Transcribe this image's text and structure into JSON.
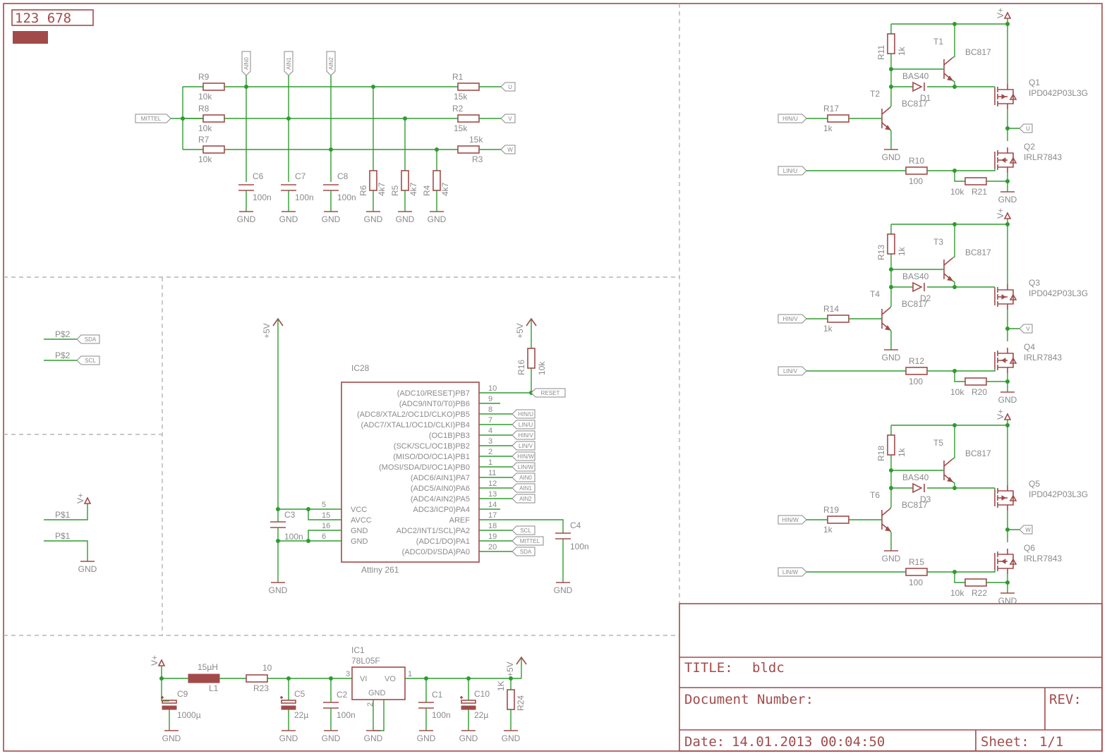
{
  "header": {
    "code": "123   678"
  },
  "title_block": {
    "title_label": "TITLE:",
    "title_value": "bldc",
    "docnum_label": "Document Number:",
    "rev_label": "REV:",
    "date_label": "Date:",
    "date_value": "14.01.2013 00:04:50",
    "sheet_label": "Sheet:",
    "sheet_value": "1/1"
  },
  "nets": {
    "gnd": "GND",
    "vplus": "V+",
    "p5v": "+5V",
    "mittel": "MITTEL",
    "u": "U",
    "v": "V",
    "w": "W",
    "ain0": "AIN0",
    "ain1": "AIN1",
    "ain2": "AIN2",
    "sda": "SDA",
    "scl": "SCL",
    "reset": "RESET",
    "hinu": "HIN/U",
    "linu": "LIN/U",
    "hinv": "HIN/V",
    "linv": "LIN/V",
    "hinw": "HIN/W",
    "linw": "LIN/W"
  },
  "sensing": {
    "R9": "R9",
    "R9v": "10k",
    "R8": "R8",
    "R8v": "10k",
    "R7": "R7",
    "R7v": "10k",
    "R1": "R1",
    "R1v": "15k",
    "R2": "R2",
    "R2v": "15k",
    "R3": "R3",
    "R3v": "15k",
    "C6": "C6",
    "C6v": "100n",
    "C7": "C7",
    "C7v": "100n",
    "C8": "C8",
    "C8v": "100n",
    "R6": "R6",
    "R6v": "4k7",
    "R5": "R5",
    "R5v": "4k7",
    "R4": "R4",
    "R4v": "4k7"
  },
  "connectors": {
    "ps2": "P$2",
    "ps1": "P$1"
  },
  "mcu": {
    "name": "IC28",
    "value": "Attiny 261",
    "R16": "R16",
    "R16v": "10k",
    "C3": "C3",
    "C3v": "100n",
    "C4": "C4",
    "C4v": "100n",
    "left_pins": [
      {
        "num": "5",
        "name": "VCC"
      },
      {
        "num": "15",
        "name": "AVCC"
      },
      {
        "num": "16",
        "name": "GND"
      },
      {
        "num": "6",
        "name": "GND"
      }
    ],
    "right_pins": [
      {
        "num": "10",
        "name": "(ADC10/RESET)PB7"
      },
      {
        "num": "9",
        "name": "(ADC9/INT0/T0)PB6"
      },
      {
        "num": "8",
        "name": "(ADC8/XTAL2/OC1D/CLKO)PB5"
      },
      {
        "num": "7",
        "name": "(ADC7/XTAL1/OC1D/CLKI)PB4"
      },
      {
        "num": "4",
        "name": "(OC1B)PB3"
      },
      {
        "num": "3",
        "name": "(SCK/SCL/OC1B)PB2"
      },
      {
        "num": "2",
        "name": "(MISO/DO/OC1A)PB1"
      },
      {
        "num": "1",
        "name": "(MOSI/SDA/DI/OC1A)PB0"
      },
      {
        "num": "11",
        "name": "(ADC6/AIN1)PA7"
      },
      {
        "num": "12",
        "name": "(ADC5/AIN0)PA6"
      },
      {
        "num": "13",
        "name": "(ADC4/AIN2)PA5"
      },
      {
        "num": "14",
        "name": "ADC3/ICP0)PA4"
      },
      {
        "num": "17",
        "name": "AREF"
      },
      {
        "num": "18",
        "name": "ADC2/INT1/SCL)PA2"
      },
      {
        "num": "19",
        "name": "(ADC1/DO)PA1"
      },
      {
        "num": "20",
        "name": "(ADC0/DI/SDA)PA0"
      }
    ],
    "right_tags": [
      "RESET",
      "",
      "HIN/U",
      "LIN/U",
      "HIN/V",
      "LIN/V",
      "HIN/W",
      "LIN/W",
      "AIN0",
      "AIN1",
      "AIN2",
      "",
      "",
      "SCL",
      "MITTEL",
      "SDA"
    ]
  },
  "power": {
    "L1": "L1",
    "L1v": "15µH",
    "R23": "R23",
    "R23v": "10",
    "C9": "C9",
    "C9v": "1000µ",
    "C5": "C5",
    "C5v": "22µ",
    "C2": "C2",
    "C2v": "100n",
    "IC1": "IC1",
    "IC1v": "78L05F",
    "vi": "VI",
    "vo": "VO",
    "gndpin": "GND",
    "pin3": "3",
    "pin2": "2",
    "pin1": "1",
    "C1": "C1",
    "C1v": "100n",
    "C10": "C10",
    "C10v": "22µ",
    "R24": "R24",
    "R24v": "1K"
  },
  "bridge": [
    {
      "rtop": "R11",
      "rtopv": "1k",
      "thi": "T1",
      "thiv": "BC817",
      "diode": "BAS40",
      "dname": "D1",
      "tlo": "T2",
      "tlov": "BC817",
      "qh": "Q1",
      "qhv": "IPD042P03L3G",
      "hin": "HIN/U",
      "rin": "R17",
      "rinv": "1k",
      "out": "U",
      "ql": "Q2",
      "qlv": "IRLR7843",
      "lin": "LIN/U",
      "rgl": "R10",
      "rglv": "100",
      "rpd": "R21",
      "rpdv": "10k"
    },
    {
      "rtop": "R13",
      "rtopv": "1k",
      "thi": "T3",
      "thiv": "BC817",
      "diode": "BAS40",
      "dname": "D2",
      "tlo": "T4",
      "tlov": "BC817",
      "qh": "Q3",
      "qhv": "IPD042P03L3G",
      "hin": "HIN/V",
      "rin": "R14",
      "rinv": "1k",
      "out": "V",
      "ql": "Q4",
      "qlv": "IRLR7843",
      "lin": "LIN/V",
      "rgl": "R12",
      "rglv": "100",
      "rpd": "R20",
      "rpdv": "10k"
    },
    {
      "rtop": "R18",
      "rtopv": "1k",
      "thi": "T5",
      "thiv": "BC817",
      "diode": "BAS40",
      "dname": "D3",
      "tlo": "T6",
      "tlov": "BC817",
      "qh": "Q5",
      "qhv": "IPD042P03L3G",
      "hin": "HIN/W",
      "rin": "R19",
      "rinv": "1k",
      "out": "W",
      "ql": "Q6",
      "qlv": "IRLR7843",
      "lin": "LIN/W",
      "rgl": "R15",
      "rglv": "100",
      "rpd": "R22",
      "rpdv": "10k"
    }
  ]
}
